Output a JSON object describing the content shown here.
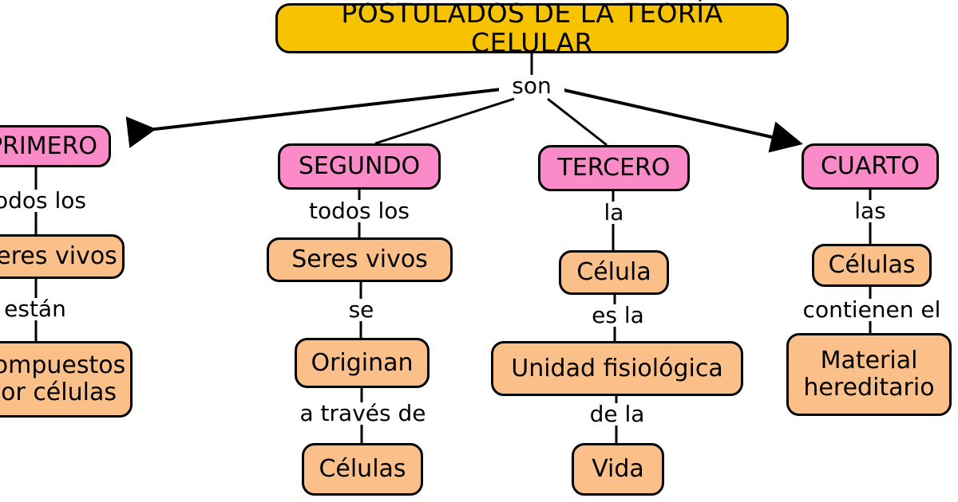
{
  "diagram": {
    "title": "POSTULADOS DE LA TEORÍA CELULAR",
    "root_connector": "son",
    "colors": {
      "root_fill": "#F7C200",
      "level_fill": "#FB8AC8",
      "term_fill": "#FBC08A",
      "stroke": "#000000",
      "background": "#FFFFFF"
    },
    "branches": [
      {
        "id": "primero",
        "heading": "PRIMERO",
        "chain": [
          {
            "link": "todos los",
            "node": "Seres vivos"
          },
          {
            "link": "están",
            "node": "Compuestos por células"
          }
        ]
      },
      {
        "id": "segundo",
        "heading": "SEGUNDO",
        "chain": [
          {
            "link": "todos los",
            "node": "Seres vivos"
          },
          {
            "link": "se",
            "node": "Originan"
          },
          {
            "link": "a través de",
            "node": "Células"
          }
        ]
      },
      {
        "id": "tercero",
        "heading": "TERCERO",
        "chain": [
          {
            "link": "la",
            "node": "Célula"
          },
          {
            "link": "es la",
            "node": "Unidad fisiológica"
          },
          {
            "link": "de la",
            "node": "Vida"
          }
        ]
      },
      {
        "id": "cuarto",
        "heading": "CUARTO",
        "chain": [
          {
            "link": "las",
            "node": "Células"
          },
          {
            "link": "contienen el",
            "node": "Material hereditario"
          }
        ]
      }
    ]
  }
}
